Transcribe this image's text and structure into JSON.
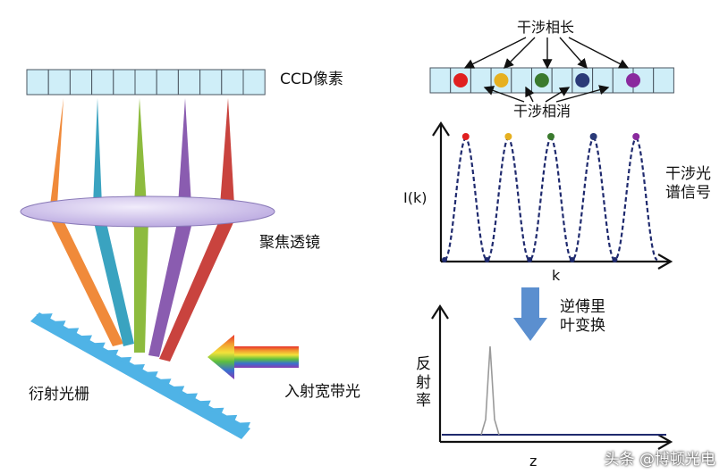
{
  "labels": {
    "ccd": "CCD像素",
    "focus_lens": "聚焦透镜",
    "grating": "衍射光栅",
    "broadband": "入射宽带光",
    "constructive": "干涉相长",
    "destructive": "干涉相消",
    "spectrum": "干涉光\n谱信号",
    "ik": "I(k)",
    "k": "k",
    "ift": "逆傅里\n叶变换",
    "reflectance": "反\n射\n率",
    "z": "z",
    "watermark": "头条 @博顿光电"
  },
  "colors": {
    "ccd_fill": "#cfeef8",
    "ccd_border": "#4a5560",
    "beams": [
      "#f08a3a",
      "#3aa3c0",
      "#8dbb3e",
      "#8a5cb0",
      "#c9433e"
    ],
    "lens": "#d6c7ee",
    "grating": "#4fb3e6",
    "dots": [
      "#e02020",
      "#e6b020",
      "#3a7a2e",
      "#2a3a78",
      "#8a2a9e"
    ],
    "curve": "#1f2a6e",
    "arrow_down": "#5b8fcf"
  },
  "peak_count": 5
}
